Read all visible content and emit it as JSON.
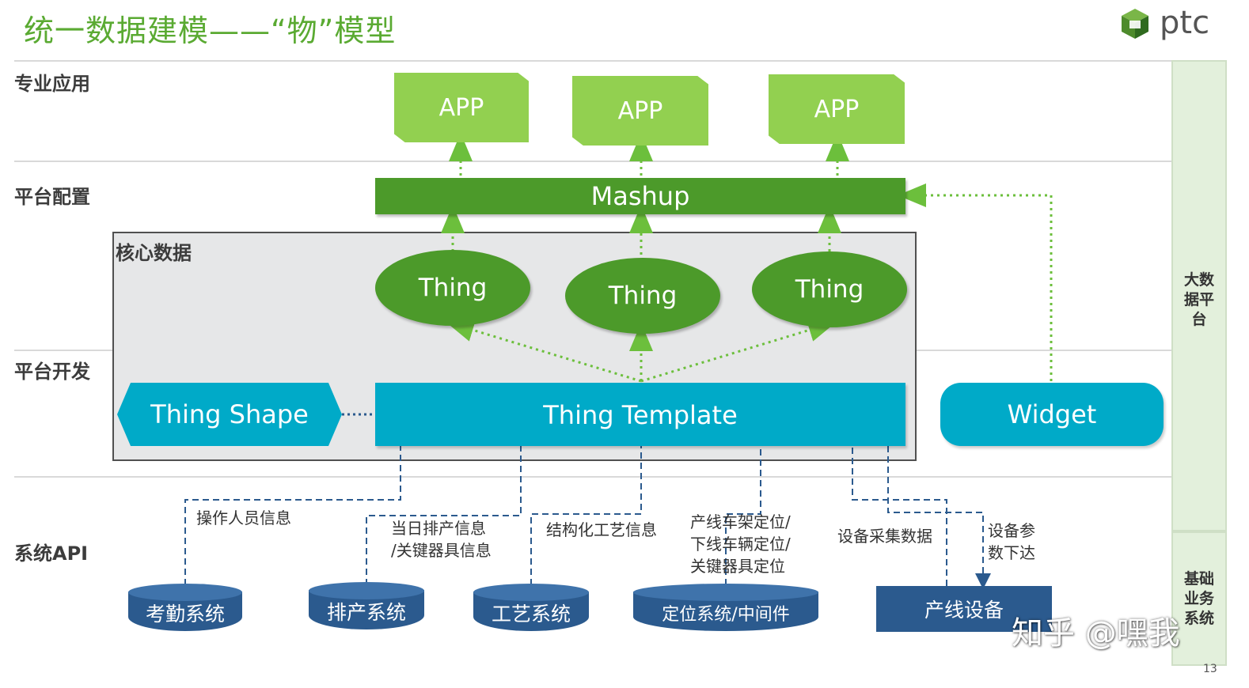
{
  "title": "统一数据建模——“物”模型",
  "logo": {
    "name": "ptc-logo-icon",
    "text": "ptc"
  },
  "layers": {
    "app": "专业应用",
    "config": "平台配置",
    "core": "核心数据",
    "dev": "平台开发",
    "api": "系统API"
  },
  "side": {
    "bigdata": "大数\n据平\n台",
    "basic": "基础\n业务\n系统"
  },
  "apps": [
    "APP",
    "APP",
    "APP"
  ],
  "mashup": "Mashup",
  "things": [
    "Thing",
    "Thing",
    "Thing"
  ],
  "thing_shape": "Thing Shape",
  "thing_template": "Thing Template",
  "widget": "Widget",
  "flow_labels": {
    "operator": "操作人员信息",
    "schedule": "当日排产信息\n/关键器具信息",
    "process": "结构化工艺信息",
    "location": "产线车架定位/\n下线车辆定位/\n关键器具定位",
    "collect": "设备采集数据",
    "params": "设备参\n数下达"
  },
  "systems": {
    "attendance": "考勤系统",
    "scheduling": "排产系统",
    "process": "工艺系统",
    "location": "定位系统/中间件",
    "device": "产线设备"
  },
  "watermark": "知乎 @嘿我",
  "page_number": "13",
  "colors": {
    "title_green": "#5aaa32",
    "app_green": "#92d050",
    "dark_green": "#4c9a2a",
    "cyan": "#00aac8",
    "navy": "#2b5a8e",
    "core_gray": "#e6e7e8",
    "side_green": "#e3f0dc"
  }
}
